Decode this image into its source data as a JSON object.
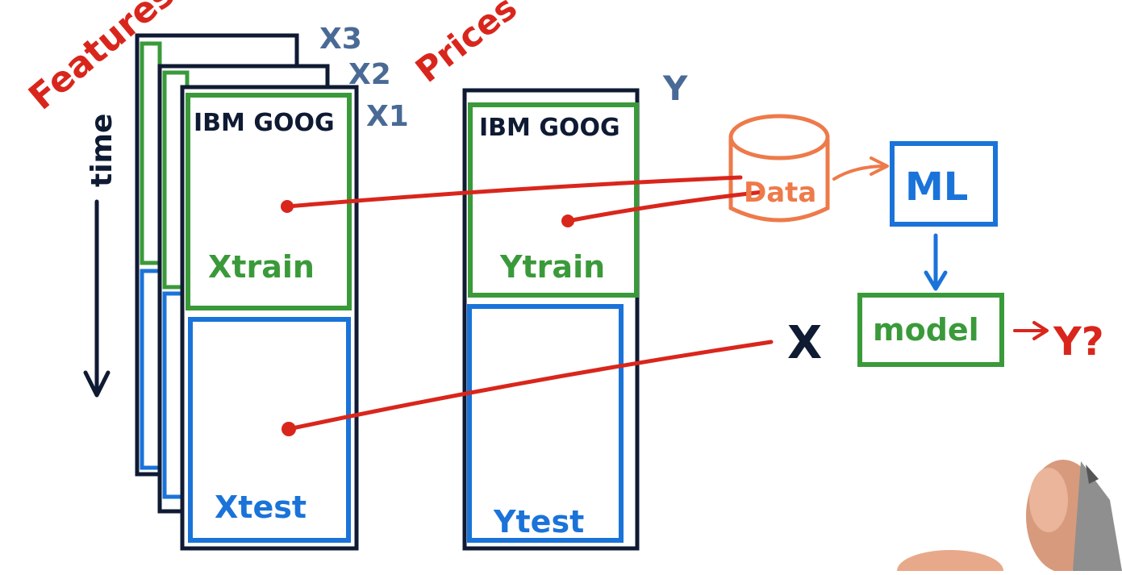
{
  "labels": {
    "features": "Features",
    "prices": "Prices",
    "time": "time",
    "x3": "X3",
    "x2": "X2",
    "x1": "X1",
    "y": "Y",
    "tickers_features": "IBM GOOG",
    "tickers_prices": "IBM GOOG",
    "xtrain": "Xtrain",
    "xtest": "Xtest",
    "ytrain": "Ytrain",
    "ytest": "Ytest",
    "data": "Data",
    "ml": "ML",
    "model": "model",
    "x_input": "X",
    "y_output": "Y?"
  },
  "colors": {
    "ink_black": "#0f1a33",
    "train_green": "#3a9a3a",
    "test_blue": "#1a73d9",
    "arrow_red": "#d9261c",
    "data_orange": "#ee7a4a",
    "index_gray_blue": "#4a6a96"
  }
}
